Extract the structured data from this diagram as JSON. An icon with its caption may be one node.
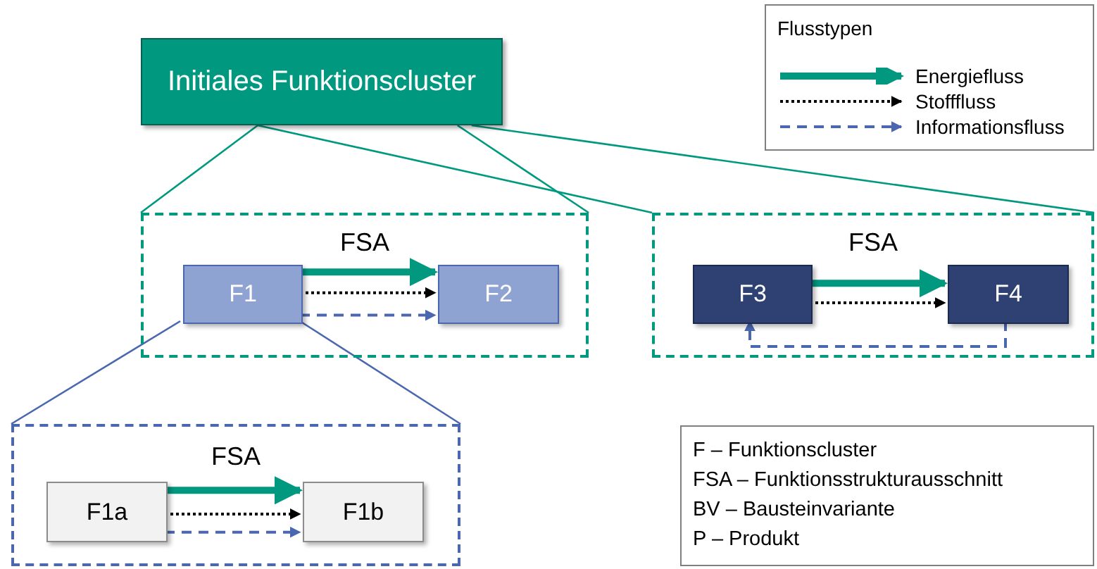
{
  "diagram": {
    "nodes": [
      {
        "text": [
          "Initiales Funktionscluster"
        ]
      },
      {
        "text": [
          "FSA"
        ]
      },
      {
        "text": [
          "F1"
        ],
        "in": 1
      },
      {
        "text": [
          "F2"
        ],
        "in": 1
      },
      {
        "text": [
          "FSA"
        ]
      },
      {
        "text": [
          "F3"
        ],
        "in": 4
      },
      {
        "text": [
          "F4"
        ],
        "in": 4
      },
      {
        "text": [
          "FSA"
        ]
      },
      {
        "text": [
          "F1a"
        ],
        "in": 7
      },
      {
        "text": [
          "F1b"
        ],
        "in": 7
      }
    ],
    "edges": [
      {
        "from": 0,
        "to": 1,
        "arrow": "none"
      },
      {
        "from": 0,
        "to": 1,
        "arrow": "none"
      },
      {
        "from": 0,
        "to": 4,
        "arrow": "none"
      },
      {
        "from": 0,
        "to": 4,
        "arrow": "none"
      },
      {
        "from": 2,
        "to": 7,
        "arrow": "none",
        "color": "#4a67b0"
      },
      {
        "from": 2,
        "to": 7,
        "arrow": "none",
        "color": "#4a67b0"
      },
      {
        "from": 2,
        "to": 3,
        "arrow": "to",
        "style": "thick"
      },
      {
        "from": 2,
        "to": 3,
        "arrow": "to",
        "style": "dashed",
        "color": "#000000"
      },
      {
        "from": 2,
        "to": 3,
        "arrow": "to",
        "style": "dashed",
        "color": "#4a67b0"
      },
      {
        "from": 5,
        "to": 6,
        "arrow": "to",
        "style": "thick"
      },
      {
        "from": 5,
        "to": 6,
        "arrow": "to",
        "style": "dashed",
        "color": "#000000"
      },
      {
        "from": 6,
        "to": 5,
        "arrow": "to",
        "style": "dashed",
        "color": "#4a67b0"
      },
      {
        "from": 8,
        "to": 9,
        "arrow": "to",
        "style": "thick"
      },
      {
        "from": 8,
        "to": 9,
        "arrow": "to",
        "style": "dashed",
        "color": "#000000"
      },
      {
        "from": 8,
        "to": 9,
        "arrow": "to",
        "style": "dashed",
        "color": "#4a67b0"
      }
    ],
    "labels": [
      "Flusstypen",
      "F – Funktionscluster",
      "FSA – Funktionsstrukturausschnitt",
      "BV – Bausteinvariante",
      "P – Produkt"
    ],
    "legend": [
      {
        "text": "Energiefluss"
      },
      {
        "text": "Stofffluss"
      },
      {
        "text": "Informationsfluss"
      }
    ]
  }
}
